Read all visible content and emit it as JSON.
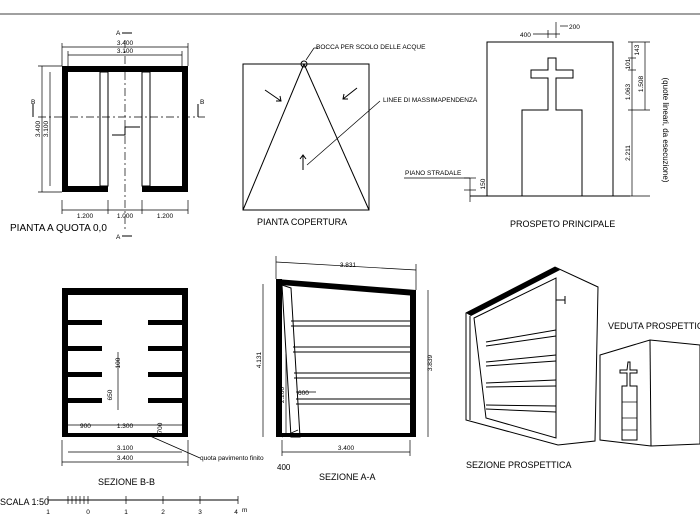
{
  "titles": {
    "plan": "PIANTA  A QUOTA 0,0",
    "roof": "PIANTA  COPERTURA",
    "front": "PROSPETO PRINCIPALE",
    "section_bb": "SEZIONE B-B",
    "section_aa": "SEZIONE A-A",
    "perspective_section": "SEZIONE PROSPETTICA",
    "perspective_view": "VEDUTA PROSPETTICA"
  },
  "plan": {
    "section_mark_a": "A",
    "section_mark_b": "B",
    "dim_outer_width": "3.400",
    "dim_inner_width": "3.100",
    "dim_outer_height": "3.400",
    "dim_inner_height": "3.100",
    "dim_left": "1.200",
    "dim_door": "1.000",
    "dim_right": "1.200"
  },
  "roof": {
    "note_drain": "BOCCA PER SCOLO DELLE ACQUE",
    "note_slope": "LINEE DI MASSIMAPENDENZA"
  },
  "front": {
    "dim_400": "400",
    "dim_200": "200",
    "dim_143": "143",
    "dim_101": "101",
    "dim_1063": "1.063",
    "dim_1508": "1.508",
    "dim_2211": "2.211",
    "dim_150": "150",
    "note_street": "PIANO STRADALE",
    "note_quote": "(quote lineari, da esecuzione)"
  },
  "section_bb": {
    "dim_100": "100",
    "dim_650": "650",
    "dim_900": "900",
    "dim_1300": "1.300",
    "dim_700": "700",
    "dim_3100": "3.100",
    "dim_3400": "3.400",
    "note_floor": "quota pavimento finito"
  },
  "section_aa": {
    "dim_3831": "3.831",
    "dim_4131": "4.131",
    "dim_3839": "3.839",
    "dim_2200": "2.200",
    "dim_600": "600",
    "dim_3400": "3.400",
    "dim_400": "400"
  },
  "scale": {
    "label": "SCALA 1:50",
    "ticks": [
      "1",
      "0",
      "1",
      "2",
      "3",
      "4"
    ],
    "unit": "m"
  }
}
